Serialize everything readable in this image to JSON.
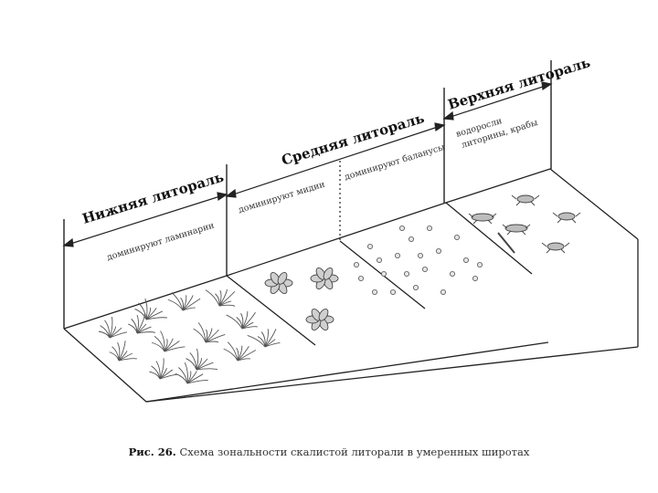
{
  "zones": {
    "lower": {
      "title": "Нижняя литораль",
      "note": "доминируют ламинарии"
    },
    "middle": {
      "title": "Средняя литораль",
      "note_left": "доминируют мидии",
      "note_right": "доминируют баланусы"
    },
    "upper": {
      "title": "Верхняя литораль",
      "note_line1": "литорины, крабы",
      "note_line2": "водоросли"
    }
  },
  "caption": {
    "figure_label": "Рис. 26.",
    "text": "Схема зональности скалистой литорали в умеренных широтах"
  },
  "colors": {
    "line": "#222222",
    "organism": "#555555"
  },
  "icons": {
    "laminaria": "kelp-cluster-icon",
    "mussel": "mussel-cluster-icon",
    "barnacle": "barnacle-dot-icon",
    "crab": "crab-icon"
  }
}
